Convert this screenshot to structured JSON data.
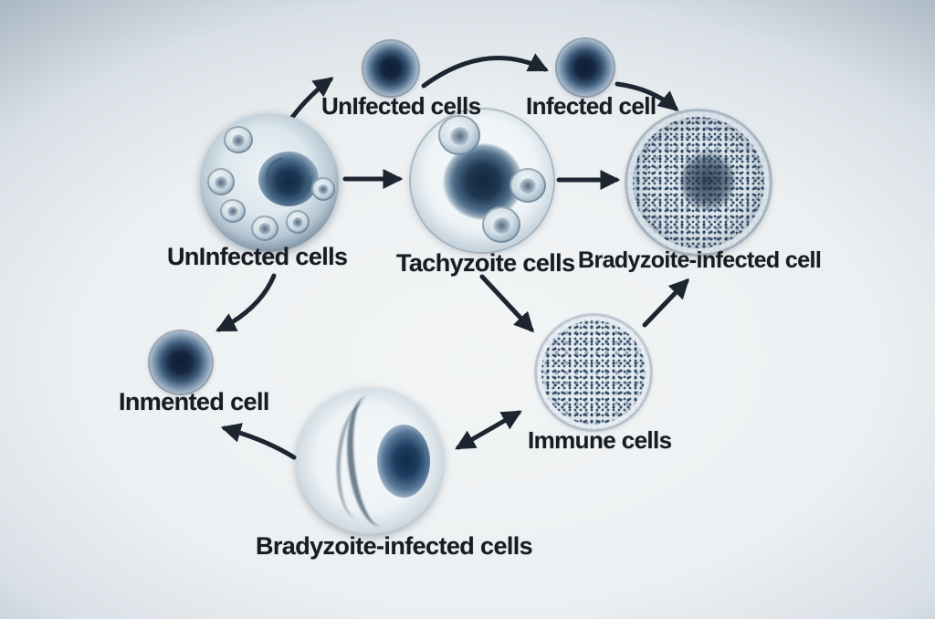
{
  "diagram": {
    "type": "cell-infection-cycle",
    "background": {
      "corner_color": "#232e3d",
      "center_color": "#f3f5f6"
    },
    "ink_color": "#1d2531",
    "labels": {
      "uninfected_small": "UnIfected cells",
      "infected_small": "Infected cell",
      "uninfected_host": "UnInfected cells",
      "tachyzoite": "Tachyzoite cells",
      "bradyzoite_cell": "Bradyzoite-infected cell",
      "inmented": "Inmented cell",
      "immune": "Immune cells",
      "bradyzoite_cells": "Bradyzoite-infected cells"
    },
    "nodes": [
      {
        "id": "uninfected-small-cell",
        "label": "UnIfected cells",
        "appearance": "small sphere, dark core"
      },
      {
        "id": "infected-small-cell",
        "label": "Infected cell",
        "appearance": "small sphere, dark core"
      },
      {
        "id": "uninfected-host-cell",
        "label": "UnInfected cells",
        "appearance": "large cell, swirl nucleus, vesicles"
      },
      {
        "id": "tachyzoite-cell",
        "label": "Tachyzoite cells",
        "appearance": "large translucent cell, fuzzy dark nucleus, 3 vesicles"
      },
      {
        "id": "bradyzoite-infected-cell",
        "label": "Bradyzoite-infected cell",
        "appearance": "large cell densely speckled with dark dots"
      },
      {
        "id": "inmented-cell",
        "label": "Inmented cell",
        "appearance": "small sphere, dark core"
      },
      {
        "id": "immune-cell",
        "label": "Immune cells",
        "appearance": "medium speckled cell, light rim"
      },
      {
        "id": "bradyzoite-infected-cells-bottom",
        "label": "Bradyzoite-infected cells",
        "appearance": "large cell, dark rim, filament band, oval nucleus"
      }
    ],
    "edges": [
      {
        "from": "uninfected-host-cell",
        "to": "uninfected-small-cell",
        "style": "curved-arrow"
      },
      {
        "from": "uninfected-small-cell",
        "to": "infected-small-cell",
        "style": "curved-arrow"
      },
      {
        "from": "infected-small-cell",
        "to": "bradyzoite-infected-cell",
        "style": "curved-arrow"
      },
      {
        "from": "uninfected-host-cell",
        "to": "tachyzoite-cell",
        "style": "straight-arrow"
      },
      {
        "from": "tachyzoite-cell",
        "to": "bradyzoite-infected-cell",
        "style": "straight-arrow"
      },
      {
        "from": "uninfected-host-cell",
        "to": "inmented-cell",
        "style": "curved-arrow"
      },
      {
        "from": "tachyzoite-cell",
        "to": "immune-cell",
        "style": "straight-arrow"
      },
      {
        "from": "immune-cell",
        "to": "bradyzoite-infected-cell",
        "style": "straight-arrow"
      },
      {
        "from": "immune-cell",
        "to": "bradyzoite-infected-cells-bottom",
        "style": "double-headed-arrow"
      },
      {
        "from": "bradyzoite-infected-cells-bottom",
        "to": "inmented-cell",
        "style": "curved-arrow"
      }
    ]
  }
}
